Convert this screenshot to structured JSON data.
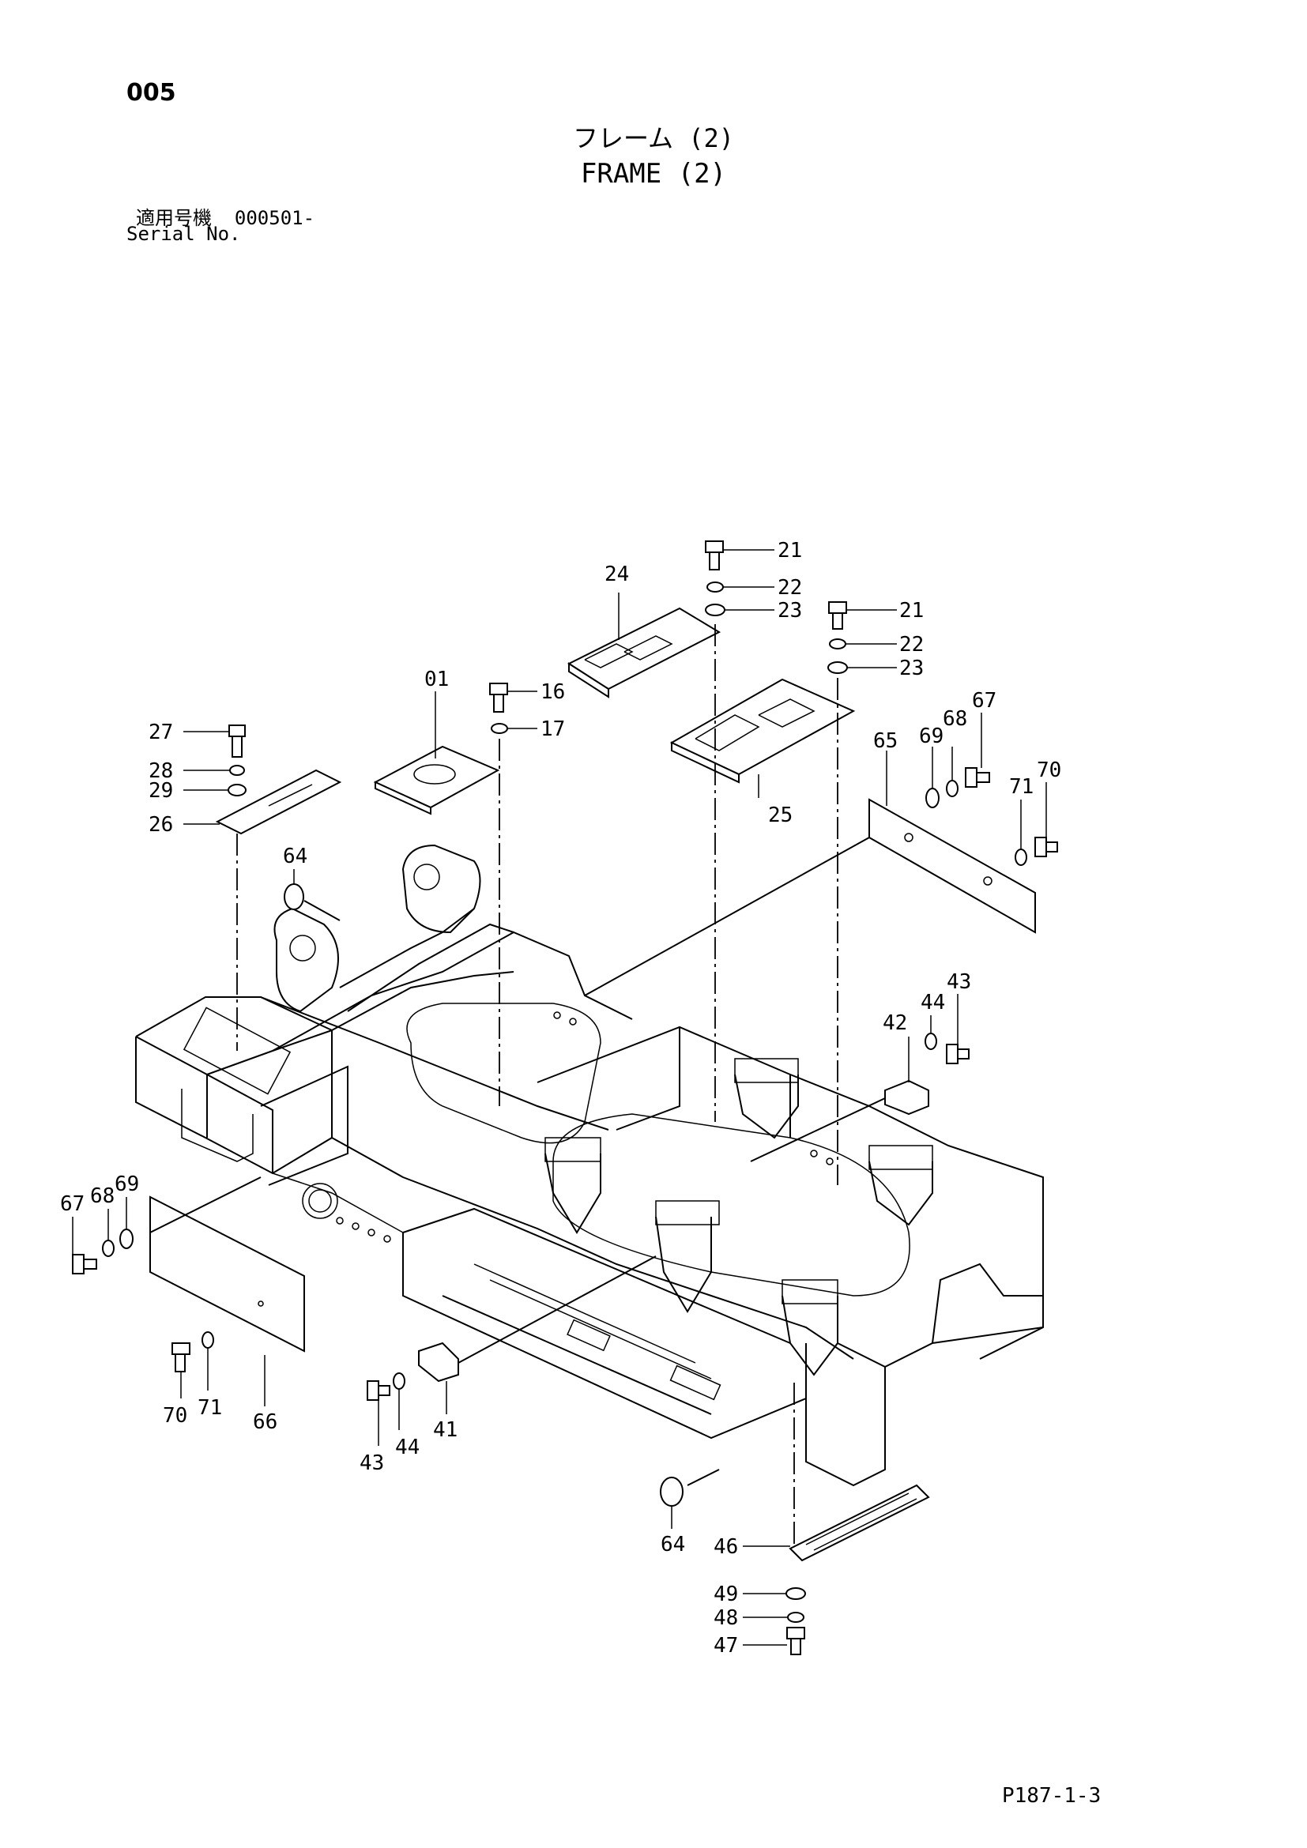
{
  "header": {
    "page_number": "005",
    "title_jp": "フレーム (2)",
    "title_en": "FRAME (2)",
    "serial_label_jp": "適用号機",
    "serial_value": "000501-",
    "serial_label_en": "Serial No."
  },
  "footer": {
    "code": "P187-1-3"
  },
  "callouts": {
    "c21a": "21",
    "c22a": "22",
    "c23a": "23",
    "c24": "24",
    "c21b": "21",
    "c22b": "22",
    "c23b": "23",
    "c01": "01",
    "c16": "16",
    "c17": "17",
    "c27": "27",
    "c28": "28",
    "c29": "29",
    "c26": "26",
    "c25": "25",
    "c65": "65",
    "c69a": "69",
    "c68a": "68",
    "c67a": "67",
    "c71a": "71",
    "c70a": "70",
    "c64a": "64",
    "c42": "42",
    "c44a": "44",
    "c43a": "43",
    "c67b": "67",
    "c68b": "68",
    "c69b": "69",
    "c70b": "70",
    "c71b": "71",
    "c66": "66",
    "c43b": "43",
    "c44b": "44",
    "c41": "41",
    "c64b": "64",
    "c46": "46",
    "c49": "49",
    "c48": "48",
    "c47": "47"
  }
}
